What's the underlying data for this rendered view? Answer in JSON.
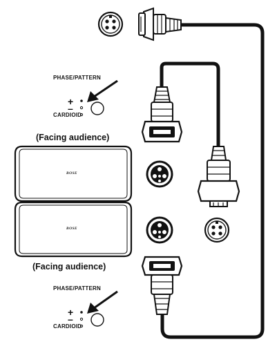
{
  "labels": {
    "facing_top": "(Facing audience)",
    "facing_bottom": "(Facing audience)",
    "phase_top": "PHASE/PATTERN",
    "phase_bottom": "PHASE/PATTERN",
    "cardioid_top": "CARDIOID",
    "cardioid_bottom": "CARDIOID",
    "plus": "+",
    "minus": "–",
    "brand": "BOSE"
  }
}
